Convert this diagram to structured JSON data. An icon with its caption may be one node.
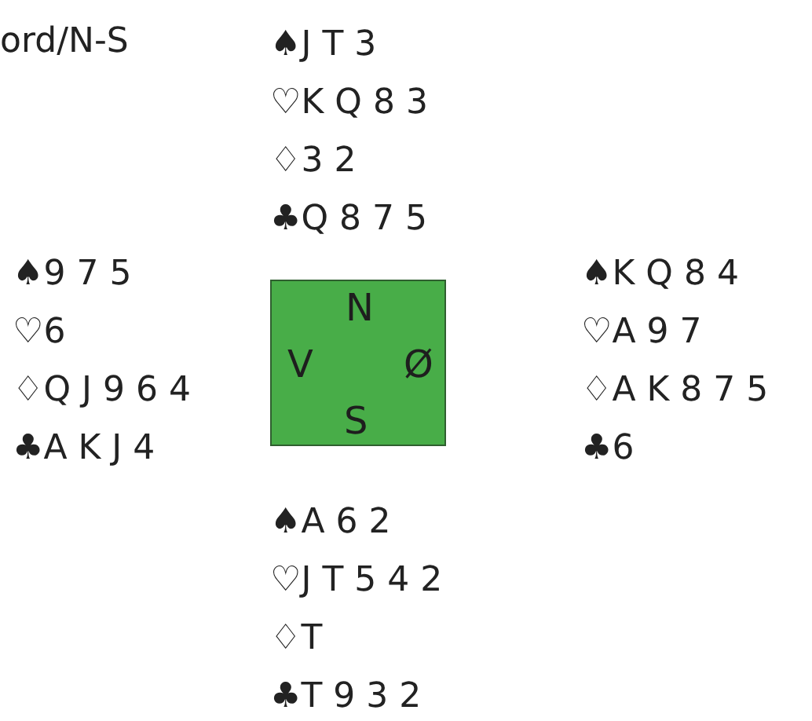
{
  "diagram": {
    "nodes": [
      {
        "text": [
          "N",
          "V",
          "Ø",
          "S"
        ]
      }
    ],
    "labels": [
      "ord/N-S",
      "♠J T 3",
      "♡K Q 8 3",
      "♢3 2",
      "♣Q 8 7 5",
      "♠9 7 5",
      "♡6",
      "♢Q J 9 6 4",
      "♣A K J 4",
      "♠K Q 8 4",
      "♡A 9 7",
      "♢A K 8 7 5",
      "♣6",
      "♠A 6 2",
      "♡J T 5 4 2",
      "♢T",
      "♣T 9 3 2"
    ]
  }
}
